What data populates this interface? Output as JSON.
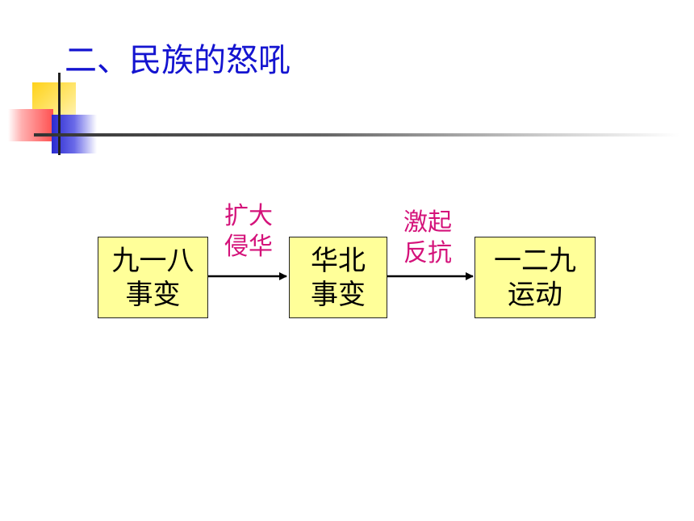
{
  "title": "二、民族的怒吼",
  "colors": {
    "title": "#1414d0",
    "box_fill": "#ffff99",
    "label": "#d4127a"
  },
  "flow": {
    "nodes": [
      {
        "line1": "九一八",
        "line2": "事变"
      },
      {
        "line1": "华北",
        "line2": "事变"
      },
      {
        "line1": "一二九",
        "line2": "运动"
      }
    ],
    "edges": [
      {
        "line1": "扩大",
        "line2": "侵华"
      },
      {
        "line1": "激起",
        "line2": "反抗"
      }
    ]
  }
}
